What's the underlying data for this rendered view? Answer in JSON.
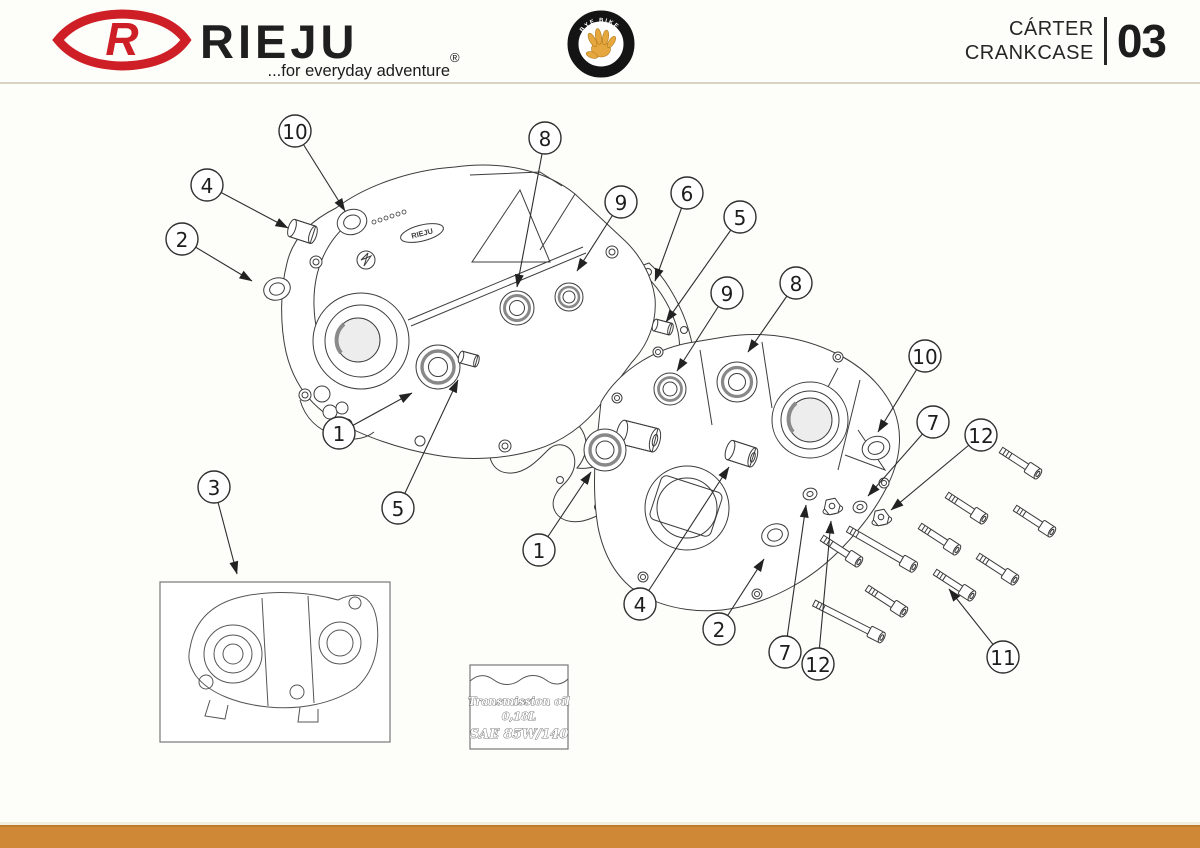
{
  "header": {
    "brand": "RIEJU",
    "registered_mark": "®",
    "tagline": "...for everyday adventure",
    "badge": {
      "text_top": "BYE BIKE"
    },
    "section": {
      "title_es": "CÁRTER",
      "title_en": "CRANKCASE",
      "number": "03"
    }
  },
  "diagram": {
    "callouts": [
      {
        "label": "10"
      },
      {
        "label": "4"
      },
      {
        "label": "2"
      },
      {
        "label": "8"
      },
      {
        "label": "9"
      },
      {
        "label": "6"
      },
      {
        "label": "5"
      },
      {
        "label": "9"
      },
      {
        "label": "8"
      },
      {
        "label": "10"
      },
      {
        "label": "7"
      },
      {
        "label": "12"
      },
      {
        "label": "1"
      },
      {
        "label": "5"
      },
      {
        "label": "3"
      },
      {
        "label": "1"
      },
      {
        "label": "4"
      },
      {
        "label": "2"
      },
      {
        "label": "7"
      },
      {
        "label": "12"
      },
      {
        "label": "11"
      }
    ],
    "casting_label": "RIEJU",
    "oil_label": {
      "line1": "Transmission oil",
      "line2": "0,18L",
      "line3": "SAE 85W/140"
    }
  },
  "colors": {
    "brand_red": "#cf1f26",
    "footer_orange": "#cf8936",
    "line_art": "#3c3c3c",
    "hand_gold": "#e6a83e"
  }
}
